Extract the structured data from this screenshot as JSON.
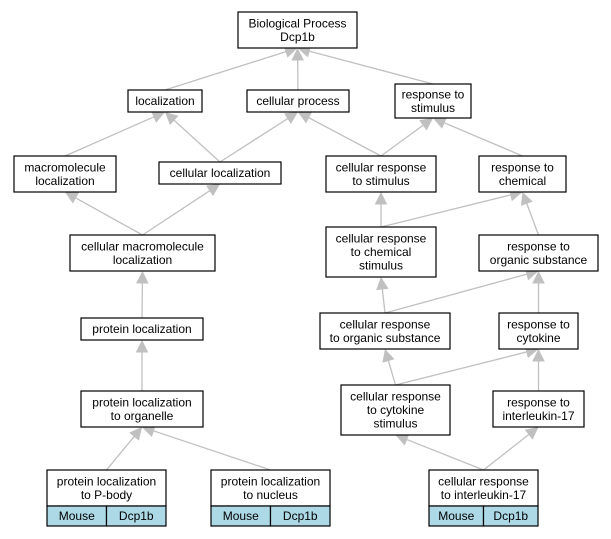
{
  "nodes": {
    "bp": {
      "lines": [
        "Biological Process",
        "Dcp1b"
      ]
    },
    "loc": {
      "lines": [
        "localization"
      ]
    },
    "cp": {
      "lines": [
        "cellular process"
      ]
    },
    "rts": {
      "lines": [
        "response to",
        "stimulus"
      ]
    },
    "mml": {
      "lines": [
        "macromolecule",
        "localization"
      ]
    },
    "cl": {
      "lines": [
        "cellular localization"
      ]
    },
    "crs": {
      "lines": [
        "cellular response",
        "to stimulus"
      ]
    },
    "rtc": {
      "lines": [
        "response to",
        "chemical"
      ]
    },
    "cmml": {
      "lines": [
        "cellular macromolecule",
        "localization"
      ]
    },
    "crcs": {
      "lines": [
        "cellular response",
        "to chemical",
        "stimulus"
      ]
    },
    "ros": {
      "lines": [
        "response to",
        "organic substance"
      ]
    },
    "pl": {
      "lines": [
        "protein localization"
      ]
    },
    "cros": {
      "lines": [
        "cellular response",
        "to organic substance"
      ]
    },
    "rtcy": {
      "lines": [
        "response to",
        "cytokine"
      ]
    },
    "plo": {
      "lines": [
        "protein localization",
        "to organelle"
      ]
    },
    "crcy": {
      "lines": [
        "cellular response",
        "to cytokine",
        "stimulus"
      ]
    },
    "ril": {
      "lines": [
        "response to",
        "interleukin-17"
      ]
    },
    "plpb": {
      "lines": [
        "protein localization",
        "to P-body"
      ],
      "cells": [
        "Mouse",
        "Dcp1b"
      ]
    },
    "pln": {
      "lines": [
        "protein localization",
        "to nucleus"
      ],
      "cells": [
        "Mouse",
        "Dcp1b"
      ]
    },
    "cril": {
      "lines": [
        "cellular response",
        "to interleukin-17"
      ],
      "cells": [
        "Mouse",
        "Dcp1b"
      ]
    }
  },
  "edges": [
    [
      "loc",
      "bp"
    ],
    [
      "cp",
      "bp"
    ],
    [
      "rts",
      "bp"
    ],
    [
      "mml",
      "loc"
    ],
    [
      "cl",
      "loc"
    ],
    [
      "cl",
      "cp"
    ],
    [
      "crs",
      "cp"
    ],
    [
      "crs",
      "rts"
    ],
    [
      "rtc",
      "rts"
    ],
    [
      "cmml",
      "mml"
    ],
    [
      "cmml",
      "cl"
    ],
    [
      "crcs",
      "crs"
    ],
    [
      "crcs",
      "rtc"
    ],
    [
      "ros",
      "rtc"
    ],
    [
      "pl",
      "cmml"
    ],
    [
      "cros",
      "crcs"
    ],
    [
      "cros",
      "ros"
    ],
    [
      "rtcy",
      "ros"
    ],
    [
      "plo",
      "pl"
    ],
    [
      "crcy",
      "cros"
    ],
    [
      "crcy",
      "rtcy"
    ],
    [
      "ril",
      "rtcy"
    ],
    [
      "plpb",
      "plo"
    ],
    [
      "pln",
      "plo"
    ],
    [
      "cril",
      "crcy"
    ],
    [
      "cril",
      "ril"
    ]
  ]
}
